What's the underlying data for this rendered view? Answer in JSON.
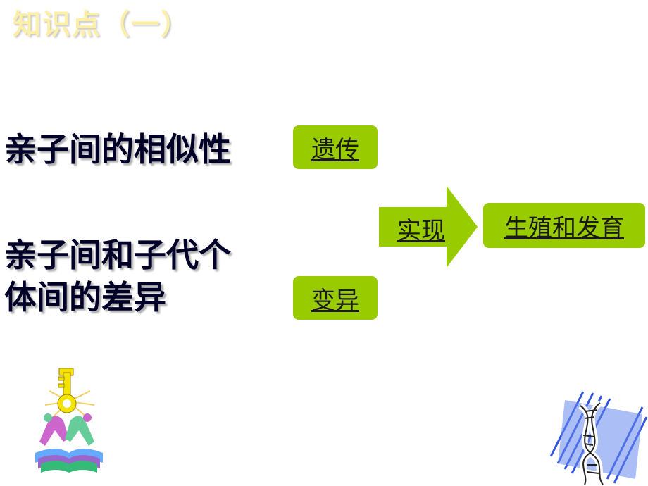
{
  "slide": {
    "title": "知识点（一）",
    "left_texts": {
      "similarity": "亲子间的相似性",
      "difference_line1": "亲子间和子代个",
      "difference_line2": "体间的差异"
    },
    "boxes": {
      "heredity": "遗传",
      "variation": "变异",
      "reproduction": "生殖和发育"
    },
    "arrow_label": "实现"
  },
  "colors": {
    "box_fill": "#99cc00",
    "title_color": "#fcf0a8",
    "text_color": "#000028"
  },
  "icons": {
    "bottom_left": "key-book-figures-clipart",
    "bottom_right": "dna-helix-clipart"
  }
}
